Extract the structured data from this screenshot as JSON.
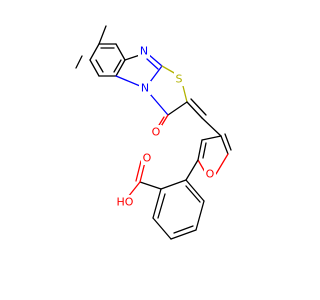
{
  "figure": {
    "background": "#ffffff",
    "colors": {
      "bond": "#000000",
      "N": "#0000ff",
      "O": "#ff0000",
      "S": "#b2b200"
    }
  },
  "atoms": [
    {
      "id": "n_top",
      "text": "N",
      "element": "N"
    },
    {
      "id": "n_bridge",
      "text": "N",
      "element": "N"
    },
    {
      "id": "s_thiazole",
      "text": "S",
      "element": "S"
    },
    {
      "id": "o_ketone",
      "text": "O",
      "element": "O"
    },
    {
      "id": "o_furan",
      "text": "O",
      "element": "O"
    },
    {
      "id": "o_carbonyl",
      "text": "O",
      "element": "O"
    },
    {
      "id": "o_hydroxyl",
      "text": "HO",
      "element": "O"
    }
  ]
}
